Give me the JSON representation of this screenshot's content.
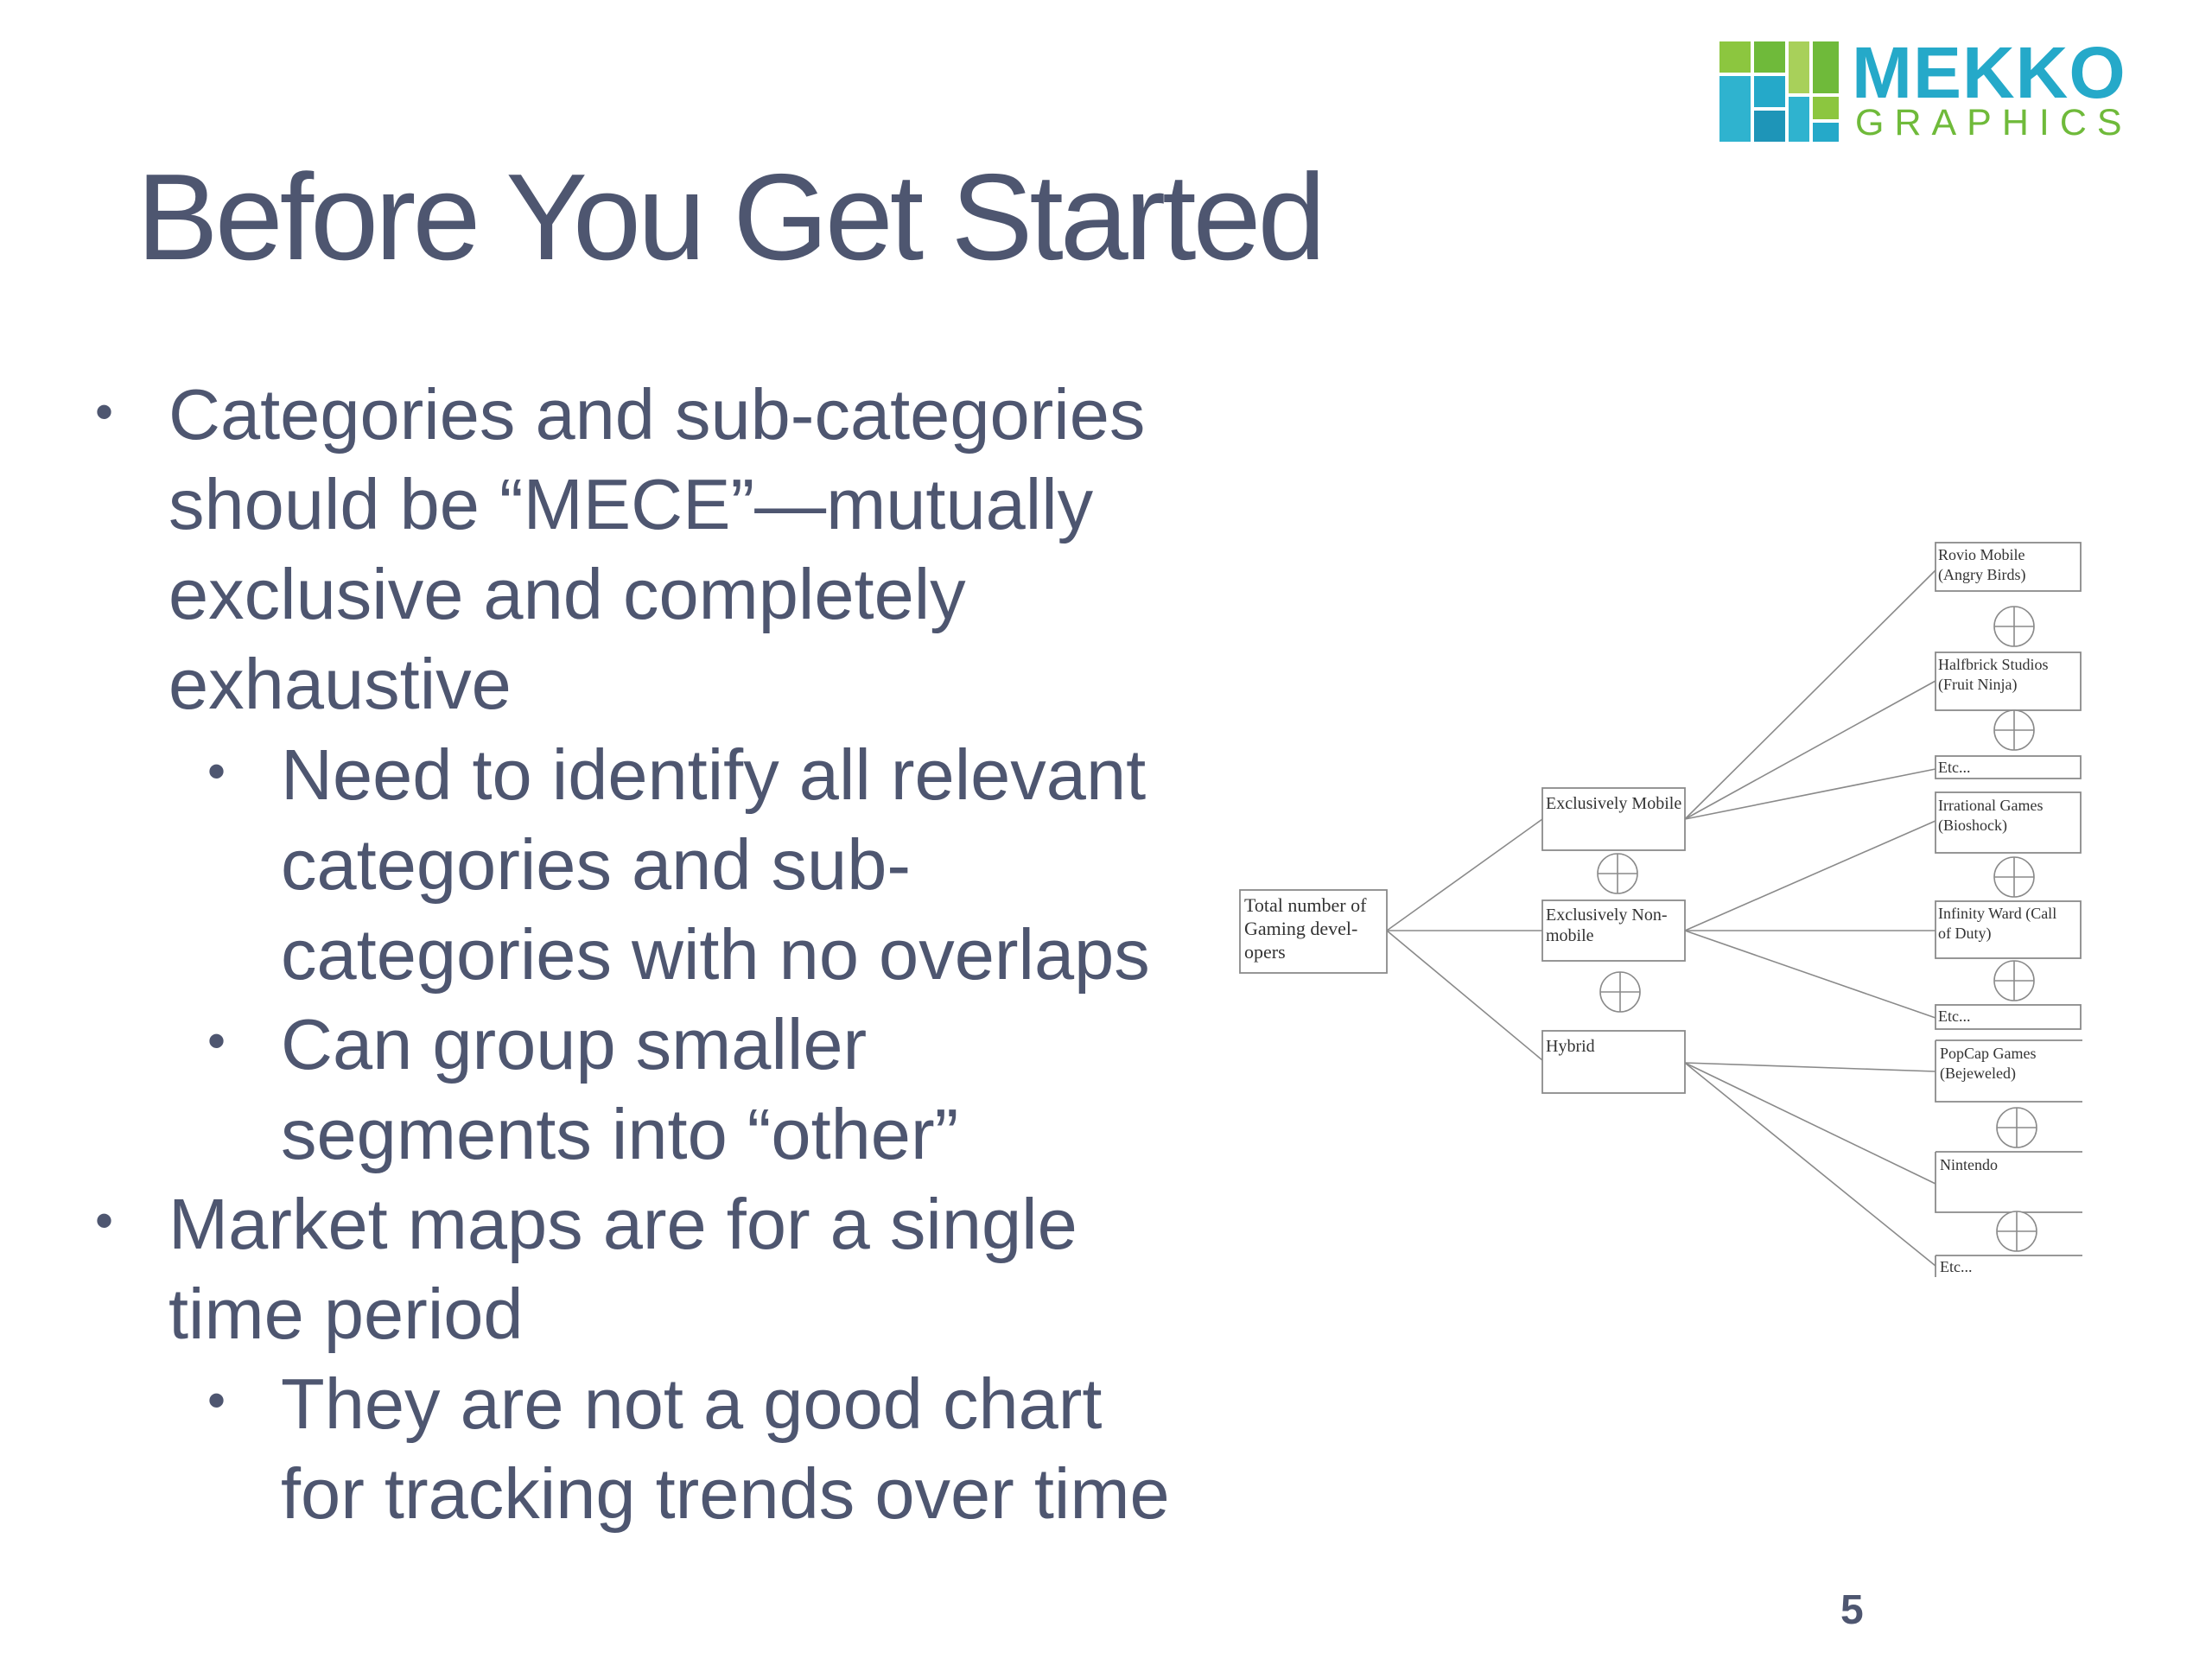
{
  "slide": {
    "title": "Before You Get Started",
    "page_number": "5"
  },
  "logo": {
    "word1": "MEKKO",
    "word2": "GRAPHICS",
    "colors": {
      "teal": "#25a9c9",
      "green": "#6fba3a"
    }
  },
  "bullets": {
    "b1": {
      "lines": [
        "Categories and sub-categories",
        "should be “MECE”—mutually",
        "exclusive and completely",
        "exhaustive"
      ]
    },
    "b1a": {
      "lines": [
        "Need to identify all relevant",
        "categories and sub-",
        "categories with no overlaps"
      ]
    },
    "b1b": {
      "lines": [
        "Can group smaller",
        "segments into “other”"
      ]
    },
    "b2": {
      "lines": [
        "Market maps are for a single",
        "time period"
      ]
    },
    "b2a": {
      "lines": [
        "They are not a good chart",
        "for tracking trends over time"
      ]
    }
  },
  "tree": {
    "root": [
      "Total number of",
      "Gaming devel-",
      "opers"
    ],
    "level1": [
      [
        "Exclusively Mobile"
      ],
      [
        "Exclusively Non-",
        "mobile"
      ],
      [
        "Hybrid"
      ]
    ],
    "level2": [
      [
        "Rovio Mobile",
        "(Angry Birds)"
      ],
      [
        "Halfbrick Studios",
        "(Fruit Ninja)"
      ],
      [
        "Etc..."
      ],
      [
        "Irrational Games",
        "(Bioshock)"
      ],
      [
        "Infinity Ward (Call",
        "of Duty)"
      ],
      [
        "Etc..."
      ],
      [
        "PopCap Games",
        "(Bejeweled)"
      ],
      [
        "Nintendo"
      ],
      [
        "Etc..."
      ]
    ]
  }
}
